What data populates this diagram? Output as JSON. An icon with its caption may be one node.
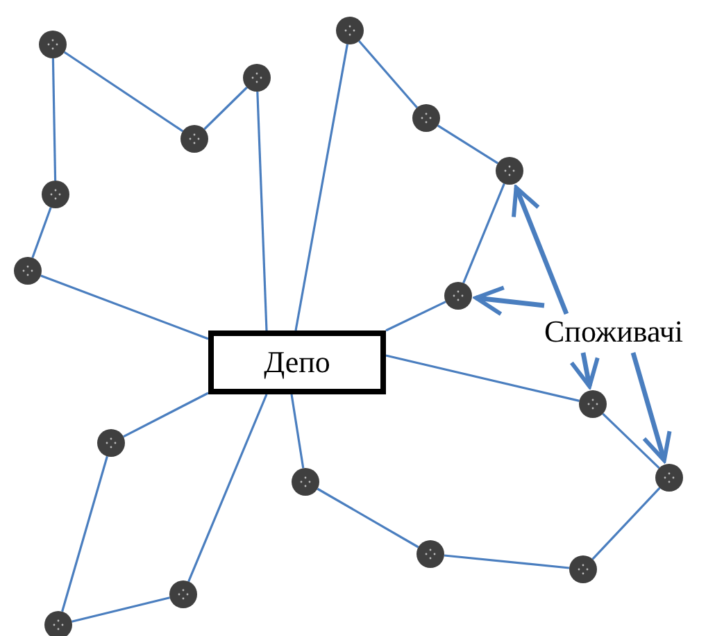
{
  "diagram": {
    "nodes": [
      {
        "text": [
          "Депо"
        ]
      },
      {
        "text": [],
        "shape": "circle"
      },
      {
        "text": [],
        "shape": "circle"
      },
      {
        "text": [],
        "shape": "circle"
      },
      {
        "text": [],
        "shape": "circle"
      },
      {
        "text": [],
        "shape": "circle"
      },
      {
        "text": [],
        "shape": "circle"
      },
      {
        "text": [],
        "shape": "circle"
      },
      {
        "text": [],
        "shape": "circle"
      },
      {
        "text": [],
        "shape": "circle"
      },
      {
        "text": [],
        "shape": "circle"
      },
      {
        "text": [],
        "shape": "circle"
      },
      {
        "text": [],
        "shape": "circle"
      },
      {
        "text": [],
        "shape": "circle"
      },
      {
        "text": [],
        "shape": "circle"
      },
      {
        "text": [],
        "shape": "circle"
      },
      {
        "text": [],
        "shape": "circle"
      },
      {
        "text": [],
        "shape": "circle"
      },
      {
        "text": [
          "Споживачі"
        ]
      }
    ],
    "edges": [
      {
        "from": 0,
        "to": 8,
        "arrow": "none"
      },
      {
        "from": 8,
        "to": 7,
        "arrow": "none"
      },
      {
        "from": 7,
        "to": 1,
        "arrow": "none"
      },
      {
        "from": 1,
        "to": 5,
        "arrow": "none"
      },
      {
        "from": 5,
        "to": 3,
        "arrow": "none"
      },
      {
        "from": 3,
        "to": 0,
        "arrow": "none"
      },
      {
        "from": 0,
        "to": 2,
        "arrow": "none"
      },
      {
        "from": 2,
        "to": 4,
        "arrow": "none"
      },
      {
        "from": 4,
        "to": 6,
        "arrow": "none"
      },
      {
        "from": 6,
        "to": 9,
        "arrow": "none"
      },
      {
        "from": 9,
        "to": 0,
        "arrow": "none"
      },
      {
        "from": 0,
        "to": 10,
        "arrow": "none"
      },
      {
        "from": 10,
        "to": 13,
        "arrow": "none"
      },
      {
        "from": 13,
        "to": 15,
        "arrow": "none"
      },
      {
        "from": 15,
        "to": 14,
        "arrow": "none"
      },
      {
        "from": 14,
        "to": 12,
        "arrow": "none"
      },
      {
        "from": 12,
        "to": 0,
        "arrow": "none"
      },
      {
        "from": 0,
        "to": 11,
        "arrow": "none"
      },
      {
        "from": 11,
        "to": 17,
        "arrow": "none"
      },
      {
        "from": 17,
        "to": 16,
        "arrow": "none"
      },
      {
        "from": 16,
        "to": 0,
        "arrow": "none"
      },
      {
        "from": 18,
        "to": 6,
        "arrow": "to",
        "style": "thick"
      },
      {
        "from": 18,
        "to": 9,
        "arrow": "to",
        "style": "thick"
      },
      {
        "from": 18,
        "to": 10,
        "arrow": "to",
        "style": "thick"
      },
      {
        "from": 18,
        "to": 13,
        "arrow": "to",
        "style": "thick"
      }
    ]
  }
}
